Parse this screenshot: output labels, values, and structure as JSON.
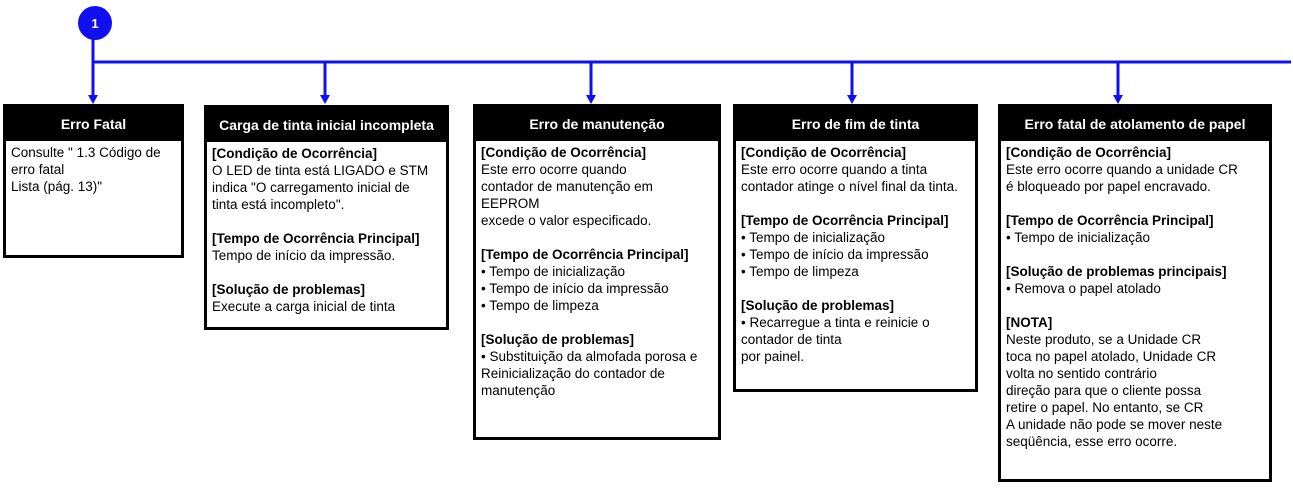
{
  "marker": {
    "label": "1"
  },
  "colors": {
    "connector": "#1010ee",
    "header_bg": "#000000"
  },
  "boxes": [
    {
      "title": "Erro Fatal",
      "lines": [
        {
          "t": "Consulte \" 1.3 Código de"
        },
        {
          "t": "erro fatal"
        },
        {
          "t": "Lista (pág. 13)\""
        }
      ]
    },
    {
      "title": "Carga de tinta inicial incompleta",
      "lines": [
        {
          "t": "[Condição de Ocorrência]",
          "b": true
        },
        {
          "t": "O LED de tinta está LIGADO e STM"
        },
        {
          "t": "indica \"O carregamento inicial de"
        },
        {
          "t": "tinta está incompleto\"."
        },
        {
          "t": ""
        },
        {
          "t": "[Tempo de Ocorrência Principal]",
          "b": true
        },
        {
          "t": "Tempo de início da impressão."
        },
        {
          "t": ""
        },
        {
          "t": "[Solução de problemas]",
          "b": true
        },
        {
          "t": "Execute a carga inicial de tinta"
        }
      ]
    },
    {
      "title": "Erro de manutenção",
      "lines": [
        {
          "t": "[Condição de Ocorrência]",
          "b": true
        },
        {
          "t": "Este erro ocorre quando"
        },
        {
          "t": "contador de manutenção em"
        },
        {
          "t": "EEPROM"
        },
        {
          "t": "excede o valor especificado."
        },
        {
          "t": ""
        },
        {
          "t": "[Tempo de Ocorrência Principal]",
          "b": true
        },
        {
          "t": "• Tempo de inicialização"
        },
        {
          "t": "• Tempo de início da impressão"
        },
        {
          "t": "• Tempo de limpeza"
        },
        {
          "t": ""
        },
        {
          "t": "[Solução de problemas]",
          "b": true
        },
        {
          "t": "• Substituição da almofada porosa e"
        },
        {
          "t": "Reinicialização do contador de"
        },
        {
          "t": "manutenção"
        }
      ]
    },
    {
      "title": "Erro de fim de tinta",
      "lines": [
        {
          "t": "[Condição de Ocorrência]",
          "b": true
        },
        {
          "t": "Este erro ocorre quando a tinta"
        },
        {
          "t": "contador atinge o nível final da tinta."
        },
        {
          "t": ""
        },
        {
          "t": "[Tempo de Ocorrência Principal]",
          "b": true
        },
        {
          "t": "• Tempo de inicialização"
        },
        {
          "t": "• Tempo de início da impressão"
        },
        {
          "t": "• Tempo de limpeza"
        },
        {
          "t": ""
        },
        {
          "t": "[Solução de problemas]",
          "b": true
        },
        {
          "t": "• Recarregue a tinta e reinicie o"
        },
        {
          "t": "contador de tinta"
        },
        {
          "t": "por painel."
        }
      ]
    },
    {
      "title": "Erro fatal de atolamento de papel",
      "lines": [
        {
          "t": "[Condição de Ocorrência]",
          "b": true
        },
        {
          "t": "Este erro ocorre quando a unidade CR"
        },
        {
          "t": "é bloqueado por papel encravado."
        },
        {
          "t": ""
        },
        {
          "t": "[Tempo de Ocorrência Principal]",
          "b": true
        },
        {
          "t": "• Tempo de inicialização"
        },
        {
          "t": ""
        },
        {
          "t": "[Solução de problemas principais]",
          "b": true
        },
        {
          "t": "• Remova o papel atolado"
        },
        {
          "t": ""
        },
        {
          "t": "[NOTA]",
          "b": true
        },
        {
          "t": "Neste produto, se a Unidade CR"
        },
        {
          "t": "toca no papel atolado, Unidade CR"
        },
        {
          "t": "volta no sentido contrário"
        },
        {
          "t": "direção para que o cliente possa"
        },
        {
          "t": "retire o papel. No entanto, se CR"
        },
        {
          "t": "A unidade não pode se mover neste"
        },
        {
          "t": "seqüência, esse erro ocorre."
        }
      ]
    }
  ]
}
